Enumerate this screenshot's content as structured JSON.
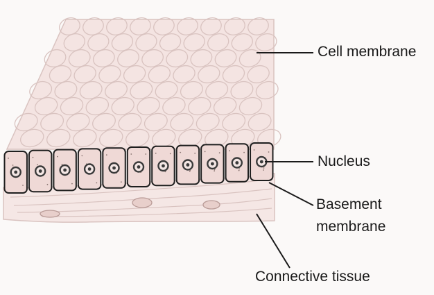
{
  "diagram": {
    "labels": {
      "cell_membrane": "Cell membrane",
      "nucleus": "Nucleus",
      "basement_membrane_line1": "Basement",
      "basement_membrane_line2": "membrane",
      "connective_tissue": "Connective tissue"
    },
    "colors": {
      "background": "#fbf9f8",
      "cell_fill": "#f4e4e2",
      "cell_outline": "#d9c3c0",
      "cell_row_fill": "#efd9d6",
      "cell_row_outline": "#1f1f1f",
      "nucleus": "#3a3a3a",
      "connective_fill": "#f5e7e5",
      "leader_line": "#1a1a1a"
    },
    "columnar_cell_count": 11
  }
}
